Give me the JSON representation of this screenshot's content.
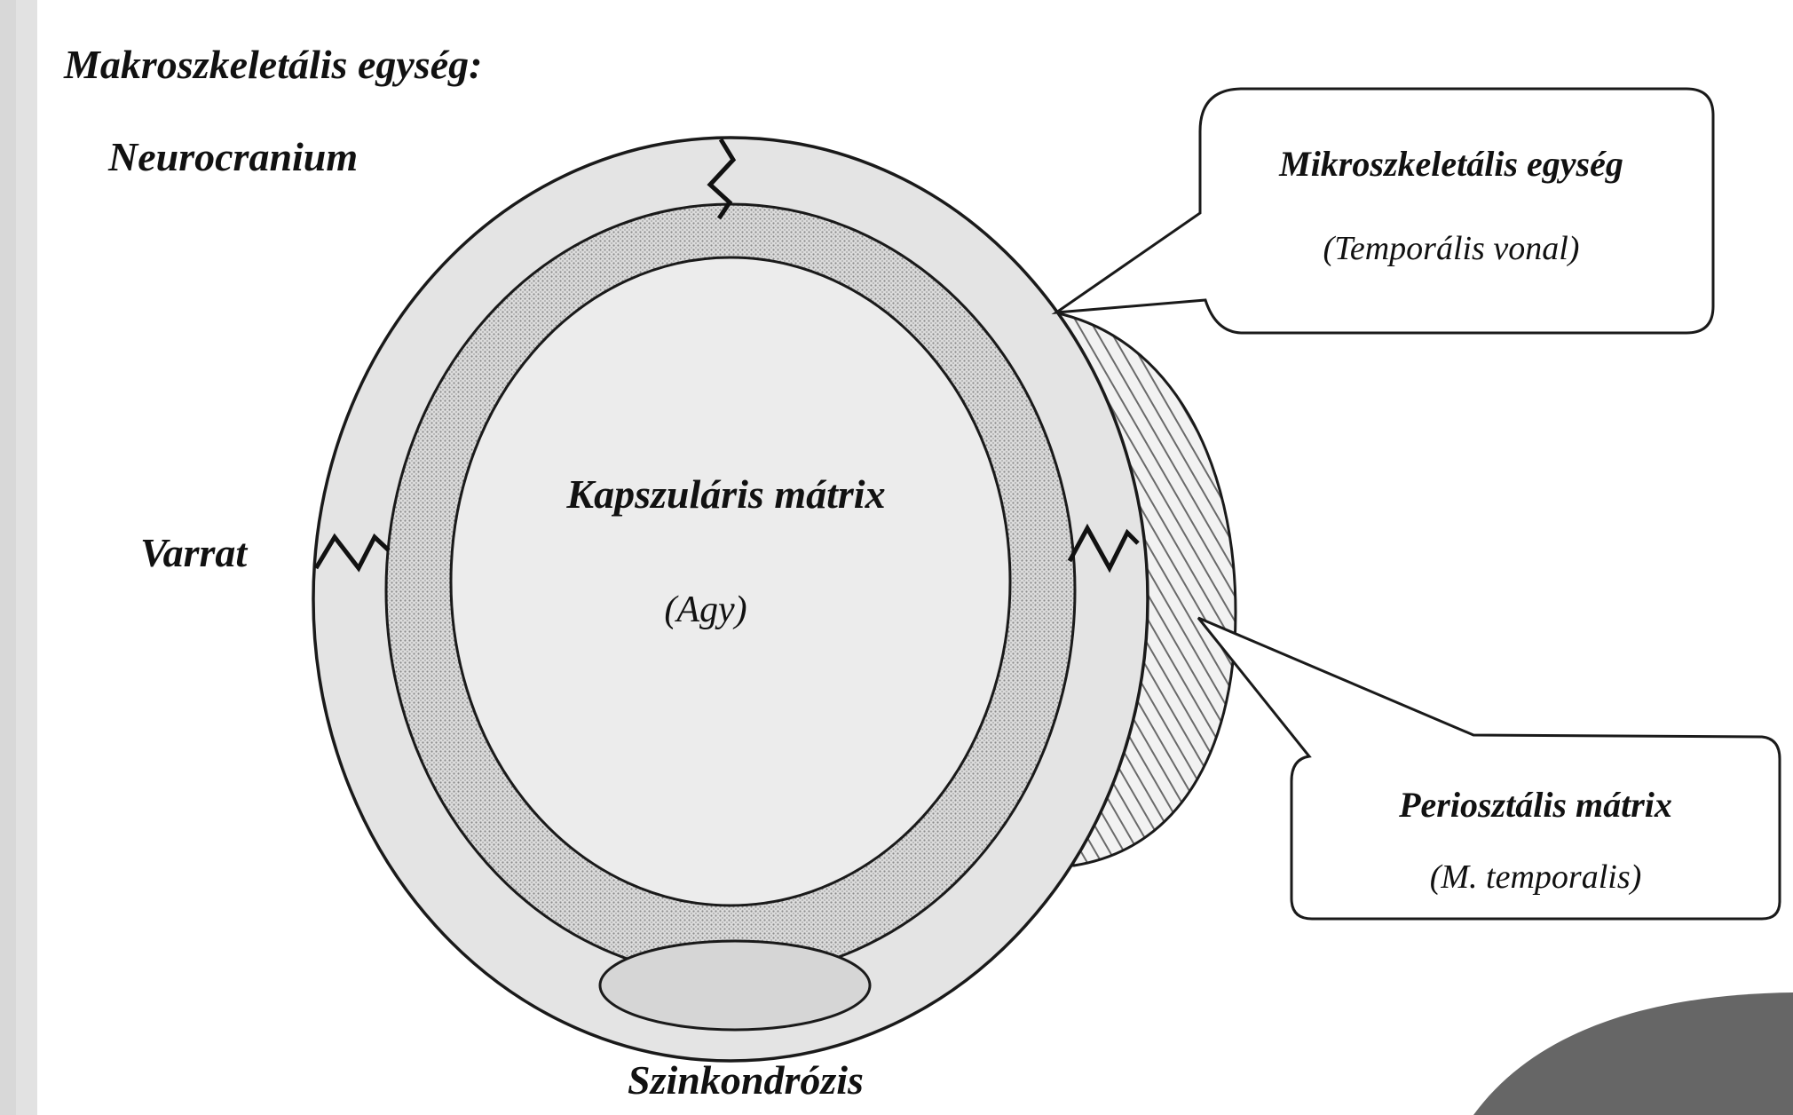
{
  "diagram": {
    "title": "Makroszkeletális egység:",
    "labels": {
      "neurocranium": "Neurocranium",
      "varrat": "Varrat",
      "szinkondrozis": "Szinkondrózis",
      "kapszularis_matrix": "Kapszuláris mátrix",
      "agy": "(Agy)"
    },
    "callouts": {
      "mikroszkeletalis": {
        "title": "Mikroszkeletális egység",
        "subtitle": "(Temporális vonal)"
      },
      "periosztealis": {
        "title": "Periosztális mátrix",
        "subtitle": "(M. temporalis)"
      }
    }
  },
  "colors": {
    "outer_ring": "#e4e4e4",
    "inner_ring": "#bdbdbd",
    "core": "#ececec",
    "synchondrosis": "#d6d6d6",
    "stroke": "#1a1a1a",
    "left_strip": "#e2e2e2",
    "corner_blob": "#666666"
  }
}
